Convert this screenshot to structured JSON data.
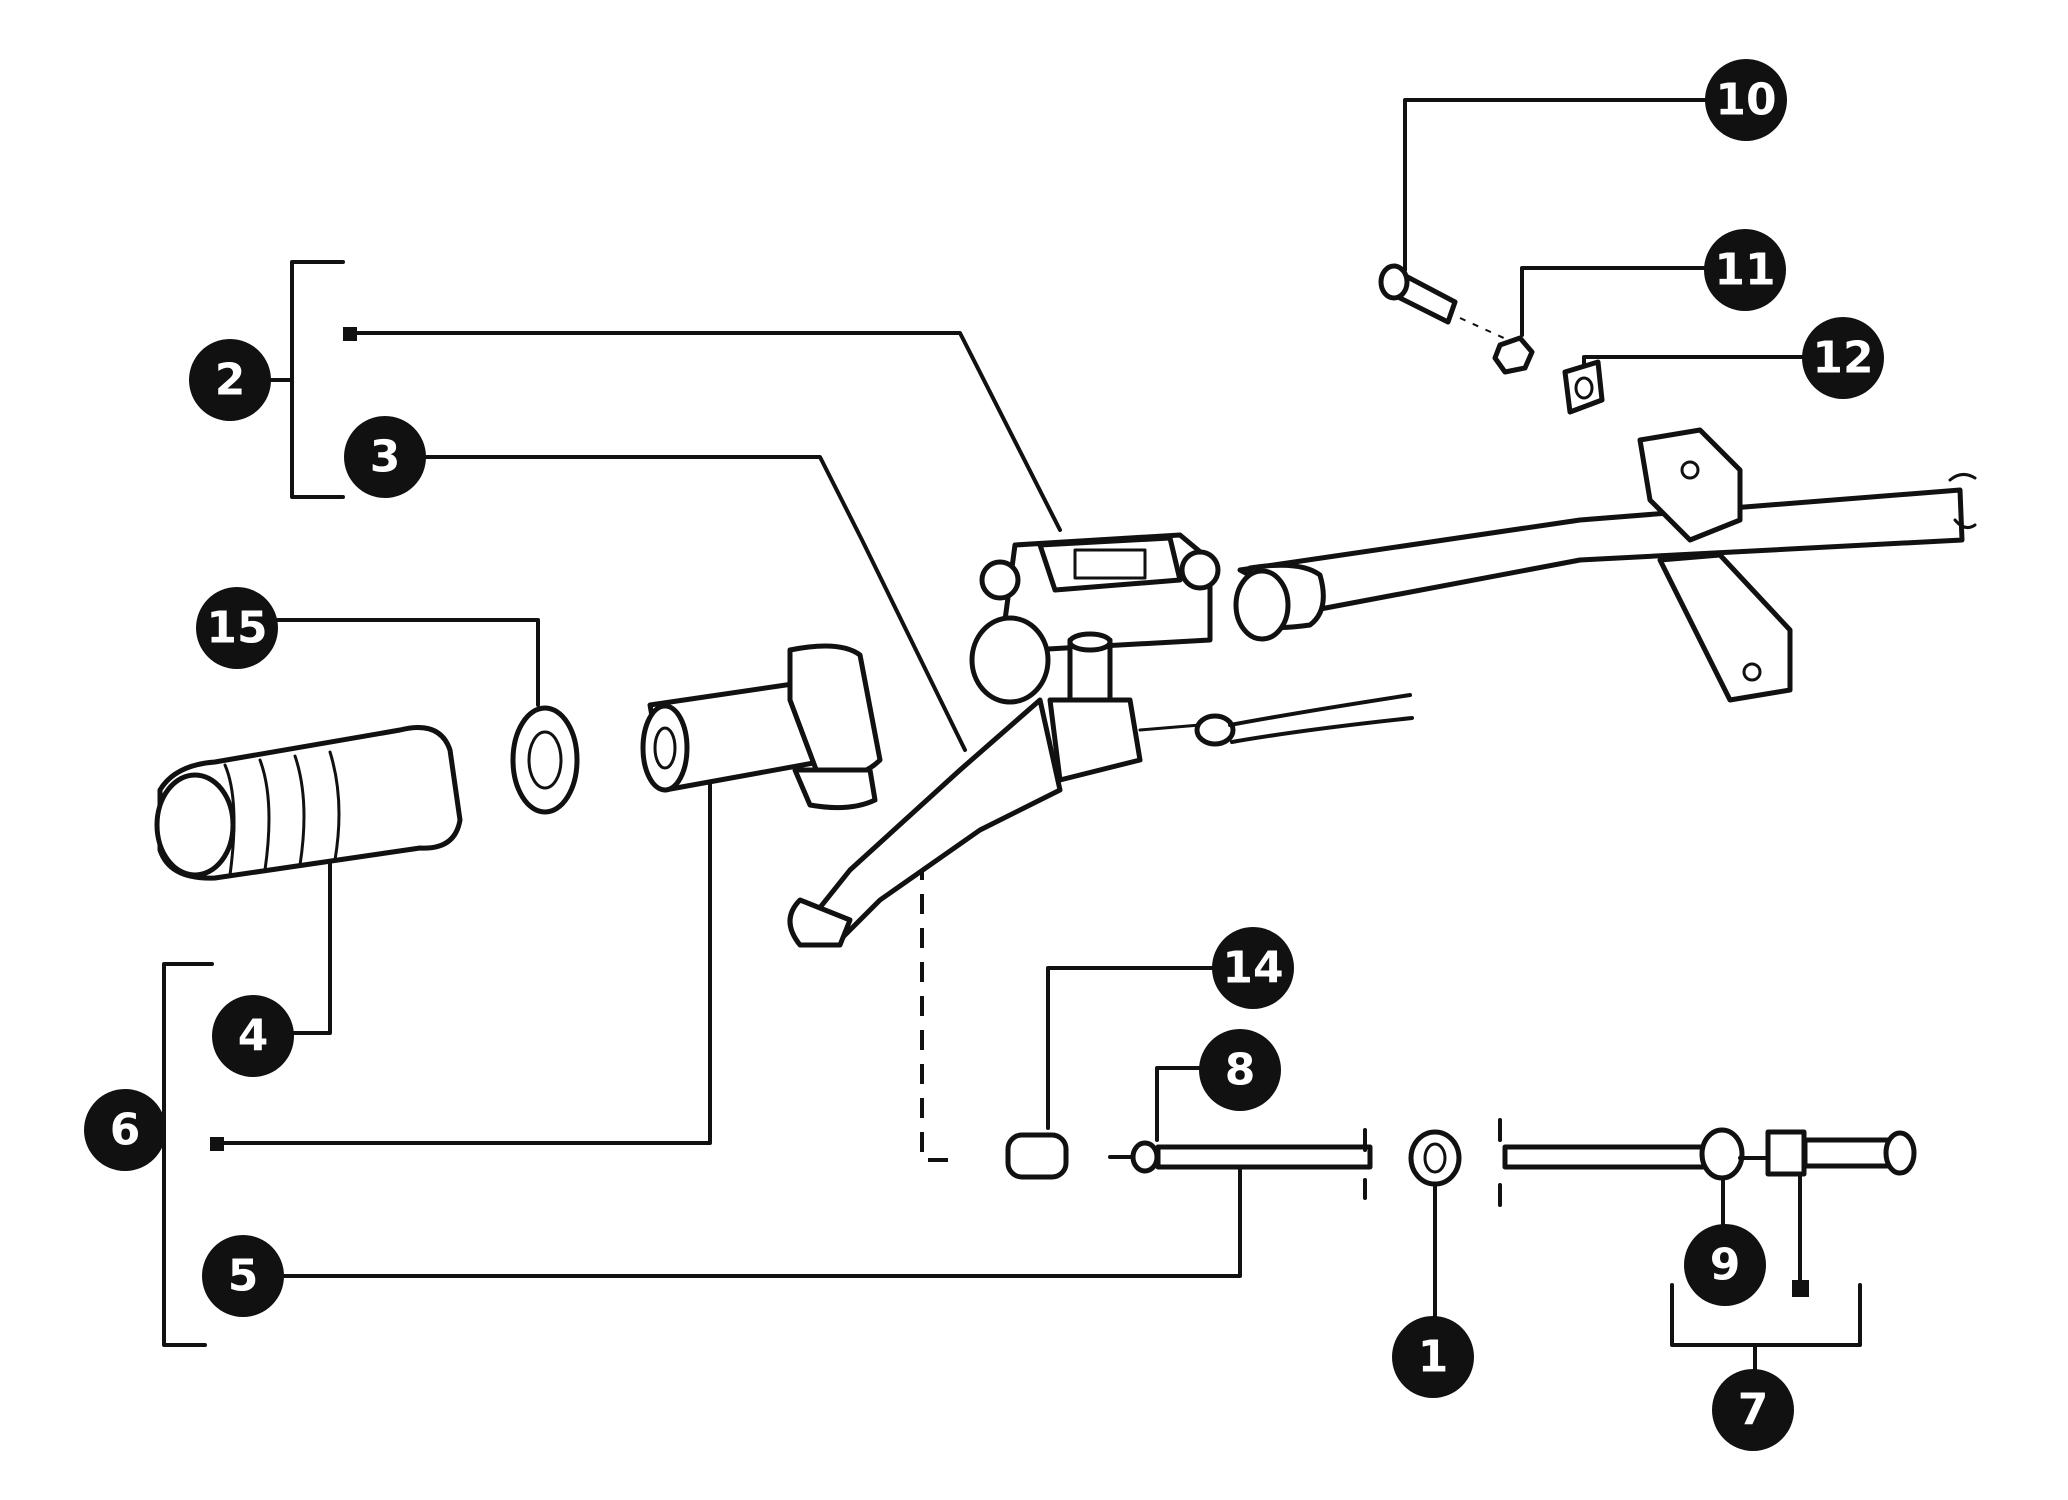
{
  "diagram": {
    "colors": {
      "ink": "#111111",
      "background": "#ffffff",
      "badge_text": "#ffffff"
    },
    "callouts": [
      {
        "id": "c1",
        "label": "1"
      },
      {
        "id": "c2",
        "label": "2"
      },
      {
        "id": "c3",
        "label": "3"
      },
      {
        "id": "c4",
        "label": "4"
      },
      {
        "id": "c5",
        "label": "5"
      },
      {
        "id": "c6",
        "label": "6"
      },
      {
        "id": "c7",
        "label": "7"
      },
      {
        "id": "c8",
        "label": "8"
      },
      {
        "id": "c9",
        "label": "9"
      },
      {
        "id": "c10",
        "label": "10"
      },
      {
        "id": "c11",
        "label": "11"
      },
      {
        "id": "c12",
        "label": "12"
      },
      {
        "id": "c14",
        "label": "14"
      },
      {
        "id": "c15",
        "label": "15"
      }
    ]
  }
}
